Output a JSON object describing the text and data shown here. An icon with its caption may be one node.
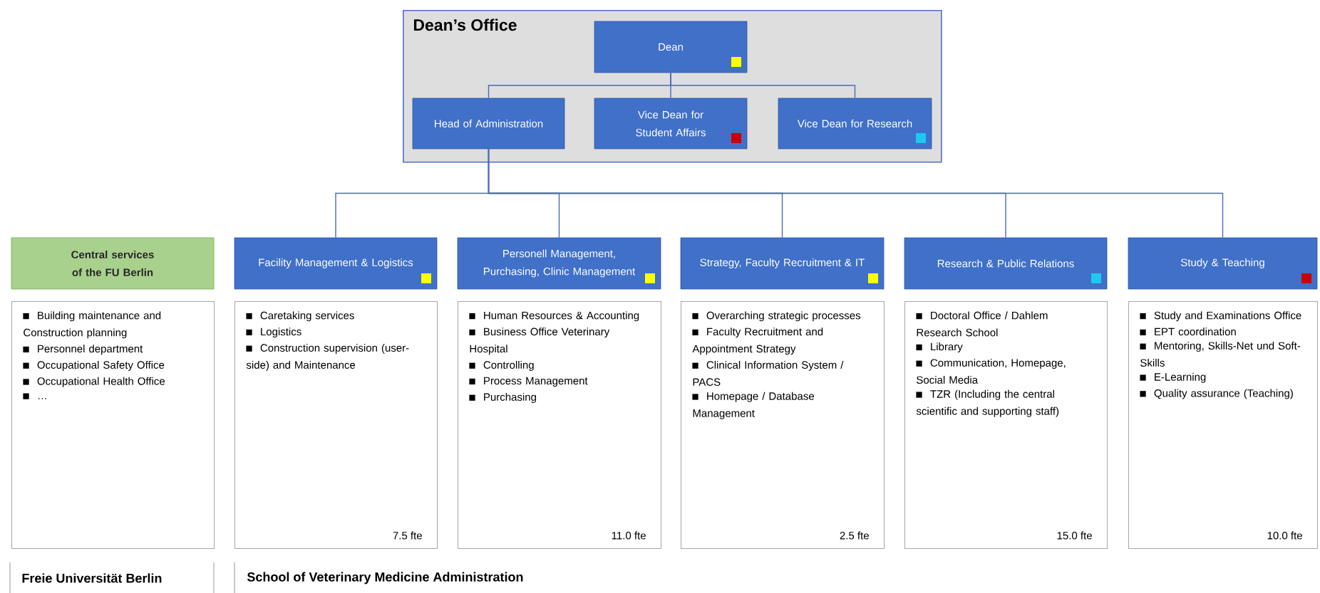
{
  "diagram": {
    "nodes": [
      {
        "text": [
          "Dean’s Office"
        ]
      },
      {
        "text": [
          "Dean"
        ],
        "in": 0
      },
      {
        "text": [
          "Head of Administration"
        ],
        "in": 0
      },
      {
        "text": [
          "Vice Dean for Student Affairs"
        ],
        "in": 0
      },
      {
        "text": [
          "Vice Dean for Research"
        ],
        "in": 0
      },
      {
        "text": [
          "Central services of the FU Berlin"
        ]
      },
      {
        "text": [
          "Facility Management & Logistics"
        ]
      },
      {
        "text": [
          "Personell Management, Purchasing, Clinic Management"
        ]
      },
      {
        "text": [
          "Strategy, Faculty Recruitment & IT"
        ]
      },
      {
        "text": [
          "Research & Public Relations"
        ]
      },
      {
        "text": [
          "Study & Teaching"
        ]
      },
      {
        "text": [
          "Building maintenance and Construction planning",
          "Personnel department",
          "Occupational Safety Office",
          "Occupational Health Office",
          "…"
        ]
      },
      {
        "text": [
          "Caretaking services",
          "Logistics",
          "Construction supervision (user-side) and Maintenance",
          "7.5 fte"
        ]
      },
      {
        "text": [
          "Human Resources & Accounting",
          "Business Office Veterinary Hospital",
          "Controlling",
          "Process Management",
          "Purchasing",
          "11.0 fte"
        ]
      },
      {
        "text": [
          "Overarching strategic processes",
          "Faculty Recruitment and Appointment Strategy",
          "Clinical Information System / PACS",
          "Homepage / Database Management",
          "2.5 fte"
        ]
      },
      {
        "text": [
          "Doctoral Office / Dahlem Research School",
          "Library",
          "Communication, Homepage, Social Media",
          "TZR (Including the central scientific and supporting staff)",
          "15.0 fte"
        ]
      },
      {
        "text": [
          "Study and Examinations Office",
          "EPT coordination",
          "Mentoring, Skills-Net und Soft-Skills",
          "E-Learning",
          "Quality assurance (Teaching)",
          "10.0 fte"
        ]
      }
    ],
    "edges": [
      {
        "from": 1,
        "to": 2,
        "arrow": "none"
      },
      {
        "from": 1,
        "to": 3,
        "arrow": "none"
      },
      {
        "from": 1,
        "to": 4,
        "arrow": "none"
      },
      {
        "from": 2,
        "to": 6,
        "arrow": "none"
      },
      {
        "from": 2,
        "to": 7,
        "arrow": "none"
      },
      {
        "from": 2,
        "to": 8,
        "arrow": "none"
      },
      {
        "from": 2,
        "to": 9,
        "arrow": "none"
      },
      {
        "from": 2,
        "to": 10,
        "arrow": "none"
      }
    ],
    "labels": [
      "Freie Universität Berlin",
      "School of Veterinary Medicine Administration"
    ]
  }
}
